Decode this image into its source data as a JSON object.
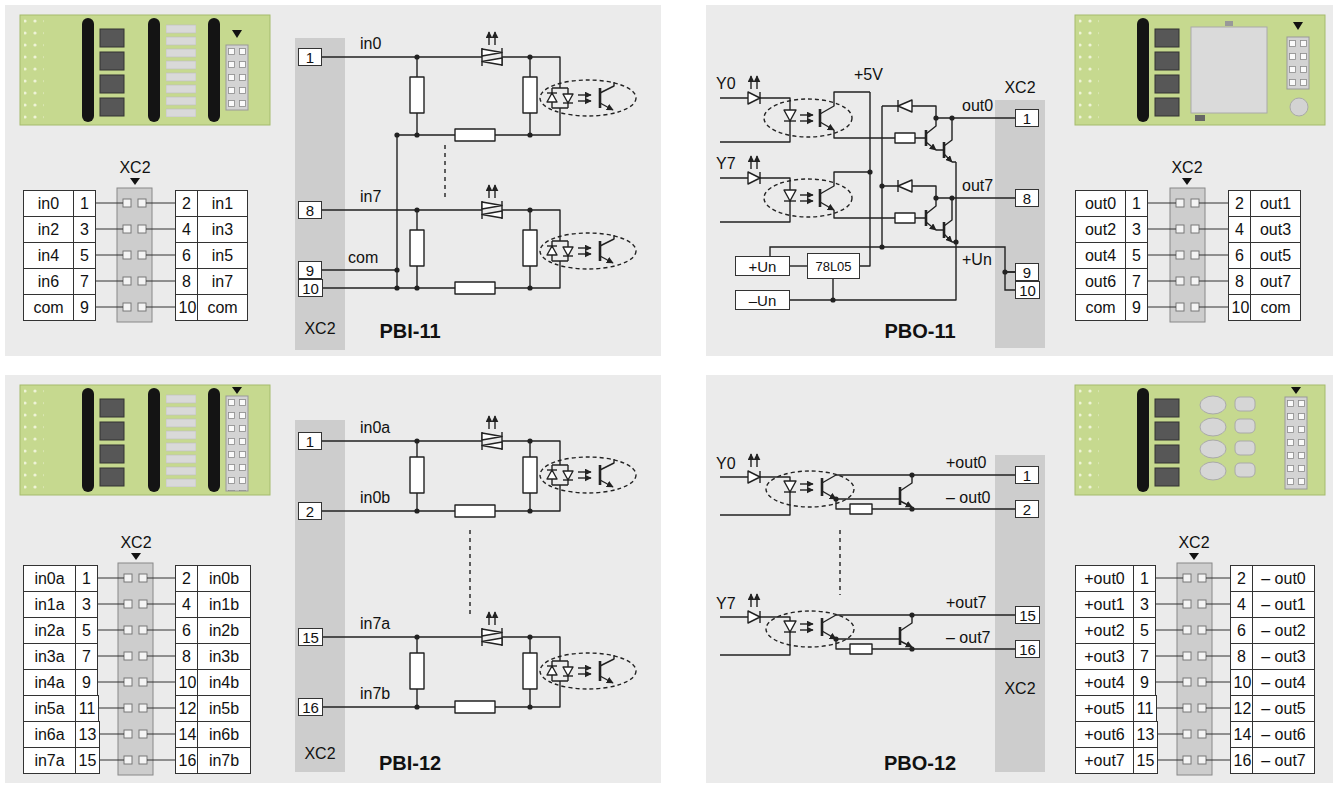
{
  "diagram": {
    "nodes": [
      {
        "text": [
          "PBI-11"
        ]
      },
      {
        "text": [
          "XC2"
        ],
        "in": 0
      },
      {
        "text": [
          "1"
        ],
        "in": 1
      },
      {
        "text": [
          "8"
        ],
        "in": 1
      },
      {
        "text": [
          "9"
        ],
        "in": 1
      },
      {
        "text": [
          "10"
        ],
        "in": 1
      },
      {
        "text": [
          "PBO-11"
        ]
      },
      {
        "text": [
          "+Un"
        ],
        "in": 6
      },
      {
        "text": [
          "–Un"
        ],
        "in": 6
      },
      {
        "text": [
          "78L05"
        ],
        "in": 6
      },
      {
        "text": [
          "XC2"
        ],
        "in": 6
      },
      {
        "text": [
          "1"
        ],
        "in": 10
      },
      {
        "text": [
          "8"
        ],
        "in": 10
      },
      {
        "text": [
          "9"
        ],
        "in": 10
      },
      {
        "text": [
          "10"
        ],
        "in": 10
      },
      {
        "text": [
          "PBI-12"
        ]
      },
      {
        "text": [
          "XC2"
        ],
        "in": 15
      },
      {
        "text": [
          "1"
        ],
        "in": 16
      },
      {
        "text": [
          "2"
        ],
        "in": 16
      },
      {
        "text": [
          "15"
        ],
        "in": 16
      },
      {
        "text": [
          "16"
        ],
        "in": 16
      },
      {
        "text": [
          "PBO-12"
        ]
      },
      {
        "text": [
          "XC2"
        ],
        "in": 21
      },
      {
        "text": [
          "1"
        ],
        "in": 22
      },
      {
        "text": [
          "2"
        ],
        "in": 22
      },
      {
        "text": [
          "15"
        ],
        "in": 22
      },
      {
        "text": [
          "16"
        ],
        "in": 22
      }
    ],
    "edges": [
      {
        "from": 4,
        "to": 5,
        "arrow": "none"
      },
      {
        "from": 7,
        "to": 9,
        "arrow": "none"
      },
      {
        "from": 8,
        "to": 9,
        "arrow": "none"
      },
      {
        "from": 7,
        "to": 13,
        "arrow": "none"
      },
      {
        "from": 14,
        "to": 13,
        "arrow": "none"
      }
    ],
    "labels": [
      "XC2",
      "in0",
      "1",
      "2",
      "in1",
      "in2",
      "3",
      "4",
      "in3",
      "in4",
      "5",
      "6",
      "in5",
      "in6",
      "7",
      "8",
      "in7",
      "com",
      "9",
      "10",
      "com",
      "in0",
      "in7",
      "com",
      "XC2",
      "out0",
      "1",
      "2",
      "out1",
      "out2",
      "3",
      "4",
      "out3",
      "out4",
      "5",
      "6",
      "out5",
      "out6",
      "7",
      "8",
      "out7",
      "com",
      "9",
      "10",
      "com",
      "Y0",
      "Y7",
      "+5V",
      "out0",
      "out7",
      "+Un",
      "XC2",
      "in0a",
      "1",
      "2",
      "in0b",
      "in1a",
      "3",
      "4",
      "in1b",
      "in2a",
      "5",
      "6",
      "in2b",
      "in3a",
      "7",
      "8",
      "in3b",
      "in4a",
      "9",
      "10",
      "in4b",
      "in5a",
      "11",
      "12",
      "in5b",
      "in6a",
      "13",
      "14",
      "in6b",
      "in7a",
      "15",
      "16",
      "in7b",
      "in0a",
      "in0b",
      "in7a",
      "in7b",
      "XC2",
      "+out0",
      "1",
      "2",
      "– out0",
      "+out1",
      "3",
      "4",
      "– out1",
      "+out2",
      "5",
      "6",
      "– out2",
      "+out3",
      "7",
      "8",
      "– out3",
      "+out4",
      "9",
      "10",
      "– out4",
      "+out5",
      "11",
      "12",
      "– out5",
      "+out6",
      "13",
      "14",
      "– out6",
      "+out7",
      "15",
      "16",
      "– out7",
      "Y0",
      "+out0",
      "– out0",
      "Y7",
      "+out7",
      "– out7"
    ]
  }
}
